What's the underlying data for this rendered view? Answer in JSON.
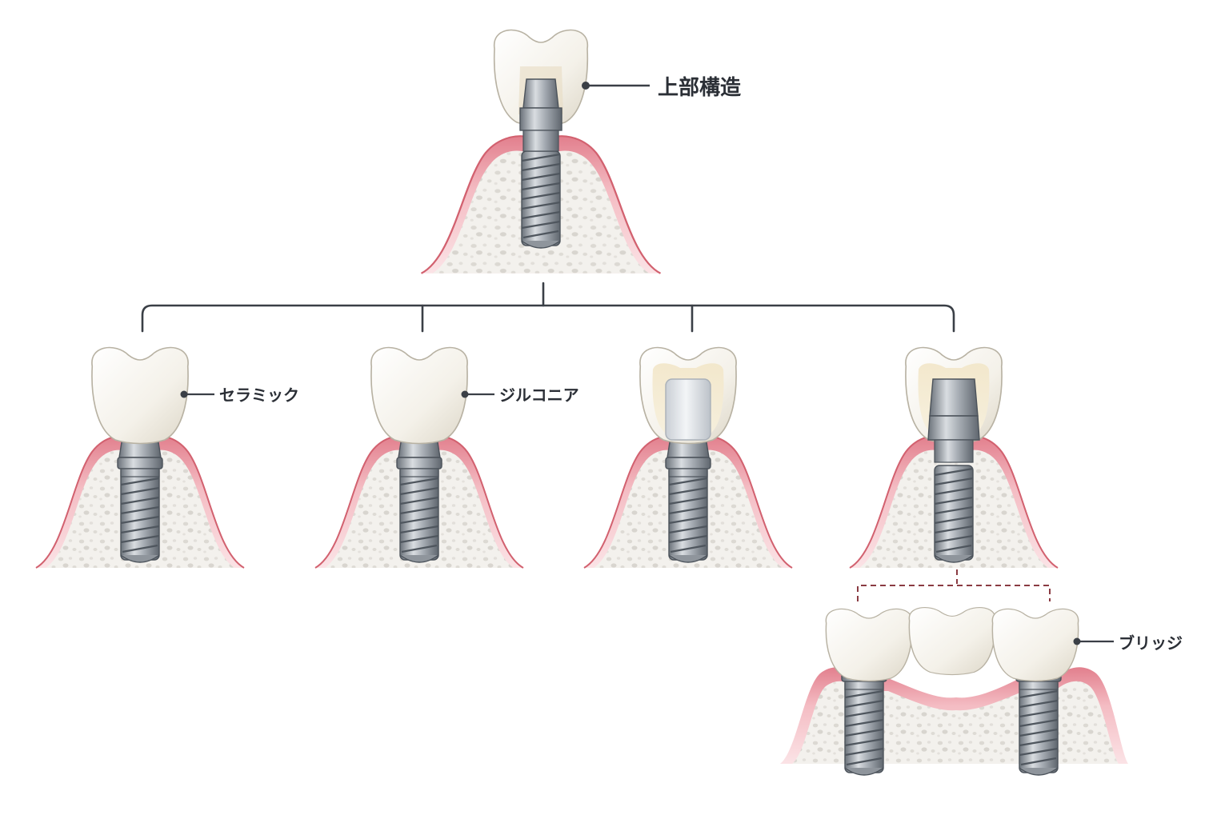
{
  "colors": {
    "gum": "#f3b5bd",
    "gum_edge": "#d9707f",
    "bone": "#f3f1ed",
    "bone_pore": "#d9d6d0",
    "enamel": "#f6f4ee",
    "enamel_shadow": "#d8d3c6",
    "metal": "#9ca3ab",
    "metal_dark": "#5c636b",
    "line": "#3a3f46",
    "dashed": "#8a3b42",
    "label": "#2b2f36"
  },
  "labels": {
    "top": "上部構造",
    "ceramic": "セラミック",
    "zirconia": "ジルコニア",
    "bridge": "ブリッジ"
  },
  "icons": [
    "implant-crown-icon",
    "bridge-icon"
  ]
}
